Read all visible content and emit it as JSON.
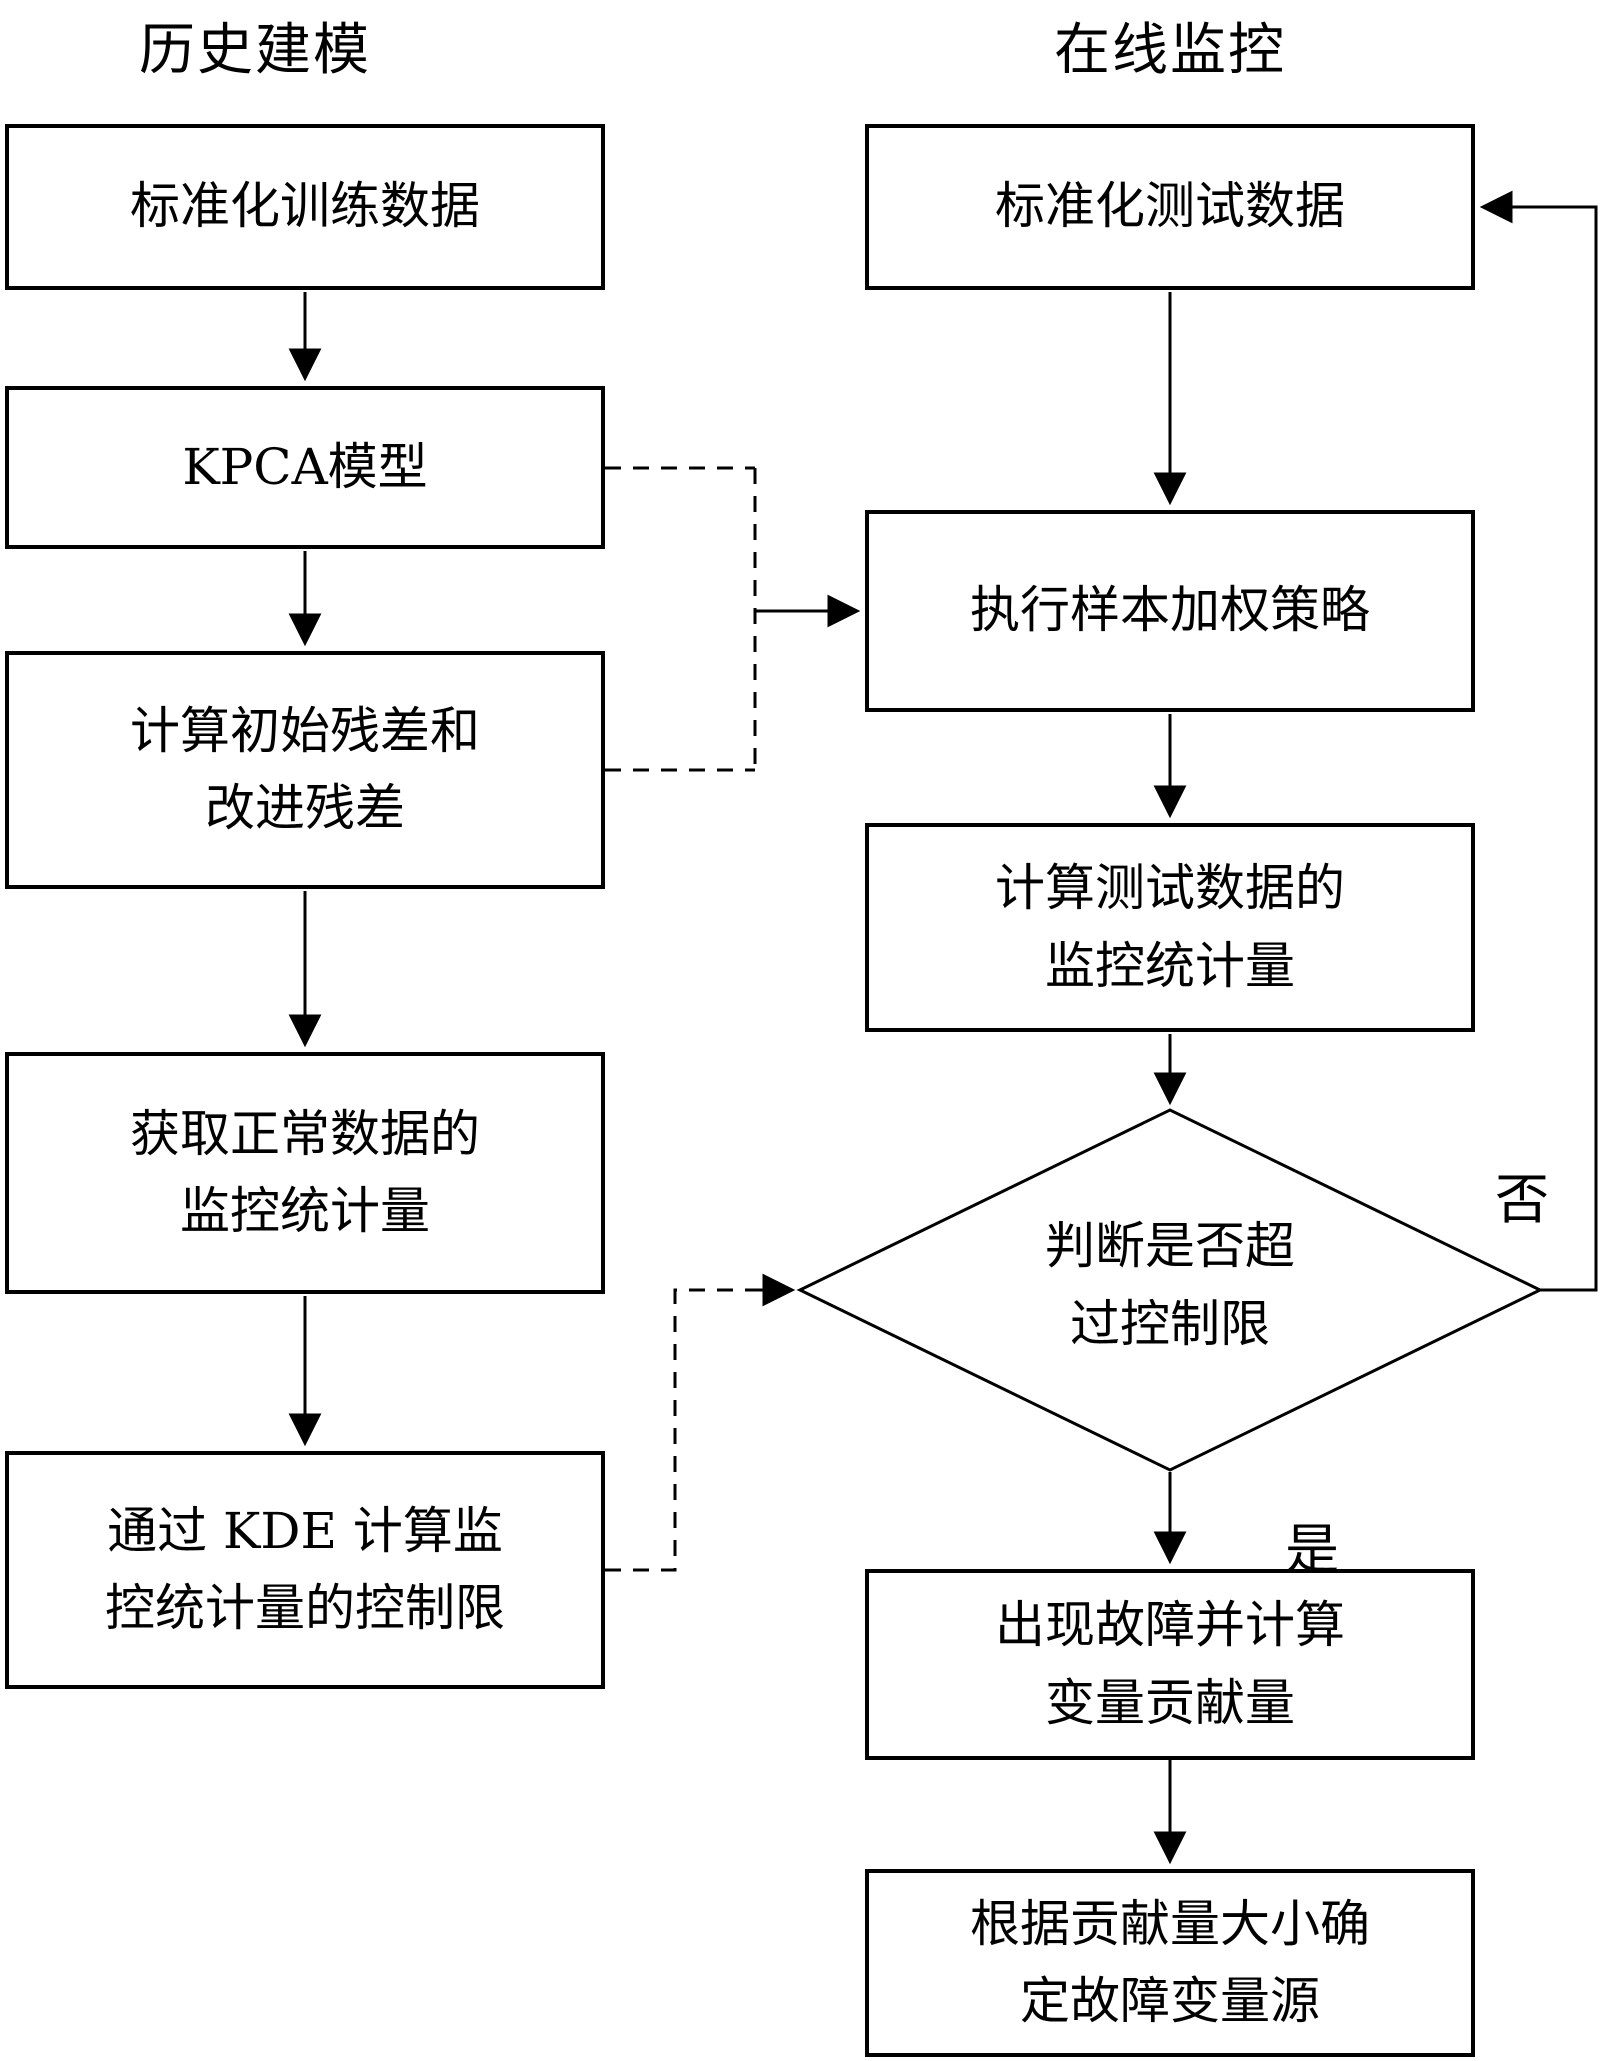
{
  "diagram": {
    "titles": {
      "left": "历史建模",
      "right": "在线监控"
    },
    "left_column": {
      "box1": "标准化训练数据",
      "box2": "KPCA模型",
      "box3": "计算初始残差和\n改进残差",
      "box4": "获取正常数据的\n监控统计量",
      "box5": "通过 KDE 计算监\n控统计量的控制限"
    },
    "right_column": {
      "box1": "标准化测试数据",
      "box2": "执行样本加权策略",
      "box3": "计算测试数据的\n监控统计量",
      "decision": "判断是否超\n过控制限",
      "box4": "出现故障并计算\n变量贡献量",
      "box5": "根据贡献量大小确\n定故障变量源"
    },
    "branch_labels": {
      "no": "否",
      "yes": "是"
    },
    "colors": {
      "stroke": "#000000",
      "background": "#ffffff"
    }
  }
}
